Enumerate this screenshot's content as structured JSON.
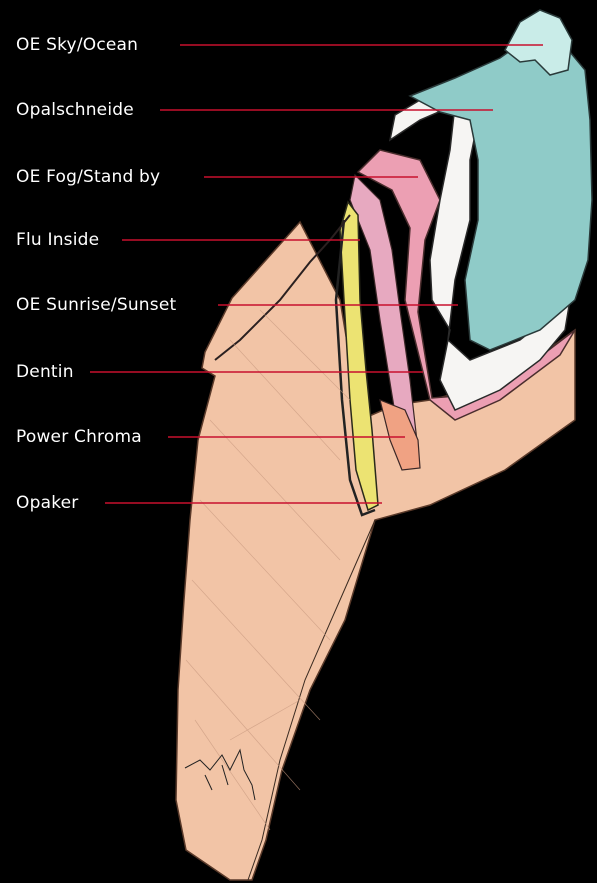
{
  "colors": {
    "background": "#000000",
    "leader_line": "#c8102e",
    "label_text": "#ffffff",
    "oe_sky_ocean": "#a9d8d4",
    "opalschneide": "#8fcbc8",
    "oe_fog_stand_by": "#f4f2f0",
    "flu_inside": "#ece372",
    "oe_sunrise_sunset": "#e9a7bd",
    "dentin": "#ebb09e",
    "power_chroma": "#ef9f84",
    "opaker": "#f3c7a9"
  },
  "labels": [
    {
      "id": "oe-sky-ocean",
      "text": "OE Sky/Ocean"
    },
    {
      "id": "opalschneide",
      "text": "Opalschneide"
    },
    {
      "id": "oe-fog-stand-by",
      "text": "OE Fog/Stand by"
    },
    {
      "id": "flu-inside",
      "text": "Flu Inside"
    },
    {
      "id": "oe-sunrise-sunset",
      "text": "OE Sunrise/Sunset"
    },
    {
      "id": "dentin",
      "text": "Dentin"
    },
    {
      "id": "power-chroma",
      "text": "Power Chroma"
    },
    {
      "id": "opaker",
      "text": "Opaker"
    }
  ]
}
